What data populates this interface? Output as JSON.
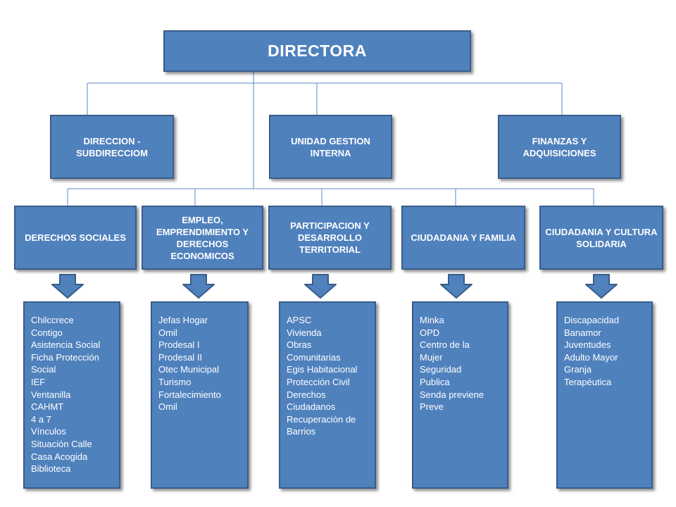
{
  "top": {
    "label": "DIRECTORA"
  },
  "level2": [
    {
      "label": "DIRECCION - SUBDIRECCIOM"
    },
    {
      "label": "UNIDAD GESTION INTERNA"
    },
    {
      "label": "FINANZAS Y ADQUISICIONES"
    }
  ],
  "departments": [
    {
      "label": "DERECHOS SOCIALES",
      "items": [
        "Chilccrece",
        "Contigo",
        "Asistencia Social",
        "Ficha Protección",
        "Social",
        "IEF",
        "Ventanilla",
        "CAHMT",
        "4 a 7",
        "Vínculos",
        "Situación Calle",
        "Casa Acogida",
        "Biblioteca"
      ]
    },
    {
      "label": "EMPLEO, EMPRENDIMIENTO Y DERECHOS ECONOMICOS",
      "items": [
        "Jefas Hogar",
        "Omil",
        "Prodesal I",
        "Prodesal II",
        "Otec Municipal",
        "Turismo",
        "Fortalecimiento",
        "Omil"
      ]
    },
    {
      "label": "PARTICIPACION Y DESARROLLO TERRITORIAL",
      "items": [
        "APSC",
        "Vivienda",
        "Obras",
        "Comunitarias",
        "Egis Habitacional",
        "Protección Civil",
        "Derechos",
        "Ciudadanos",
        "Recuperación de",
        "Barrios"
      ]
    },
    {
      "label": "CIUDADANIA Y FAMILIA",
      "items": [
        "Minka",
        "OPD",
        "Centro de la",
        "Mujer",
        "Seguridad",
        "Publica",
        "Senda previene",
        "Preve"
      ]
    },
    {
      "label": "CIUDADANIA Y CULTURA SOLIDARIA",
      "items": [
        "Discapacidad",
        "Banamor",
        "Juventudes",
        "Adulto Mayor",
        "Granja",
        "Terapéutica"
      ]
    }
  ]
}
